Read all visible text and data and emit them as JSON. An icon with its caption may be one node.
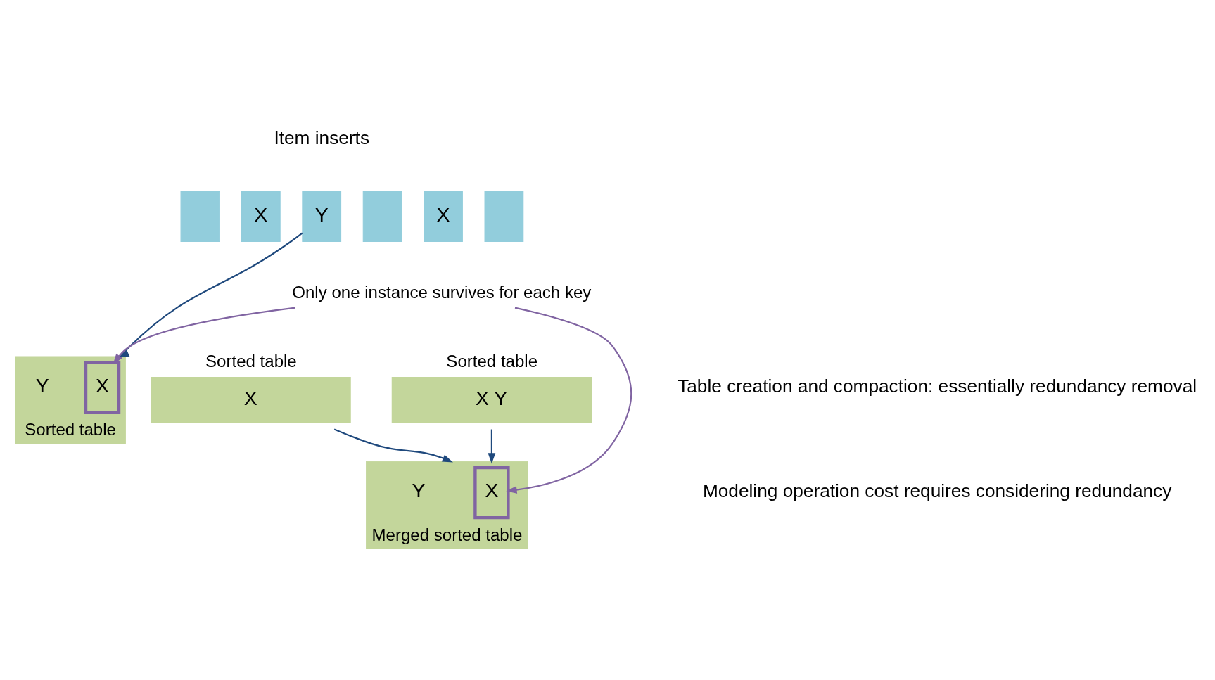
{
  "diagram": {
    "nodes": [
      {
        "text": [],
        "shape": "box"
      },
      {
        "text": [
          "X"
        ]
      },
      {
        "text": [
          "Y"
        ]
      },
      {
        "text": [],
        "shape": "box"
      },
      {
        "text": [
          "X"
        ]
      },
      {
        "text": [],
        "shape": "box"
      },
      {
        "text": [
          "Sorted table"
        ]
      },
      {
        "text": [
          "X"
        ],
        "in": 6
      },
      {
        "text": [
          "Only one instance survives for each key"
        ]
      },
      {
        "text": [
          "Sorted table",
          "X"
        ]
      },
      {
        "text": [
          "Sorted table",
          "X Y"
        ]
      },
      {
        "text": [
          "Merged sorted table"
        ]
      },
      {
        "text": [
          "X"
        ],
        "in": 11
      }
    ],
    "edges": [
      {
        "from": 2,
        "to": 6,
        "arrow": "to"
      },
      {
        "from": 8,
        "to": 7,
        "arrow": "to",
        "color": "#8064a2"
      },
      {
        "from": 8,
        "to": 12,
        "arrow": "to",
        "color": "#8064a2"
      },
      {
        "from": 9,
        "to": 11,
        "arrow": "to"
      },
      {
        "from": 10,
        "to": 11,
        "arrow": "to"
      }
    ],
    "labels": [
      "Item inserts",
      "Y",
      "Y",
      "Table creation and compaction: essentially redundancy removal",
      "Modeling operation cost requires considering redundancy"
    ]
  }
}
